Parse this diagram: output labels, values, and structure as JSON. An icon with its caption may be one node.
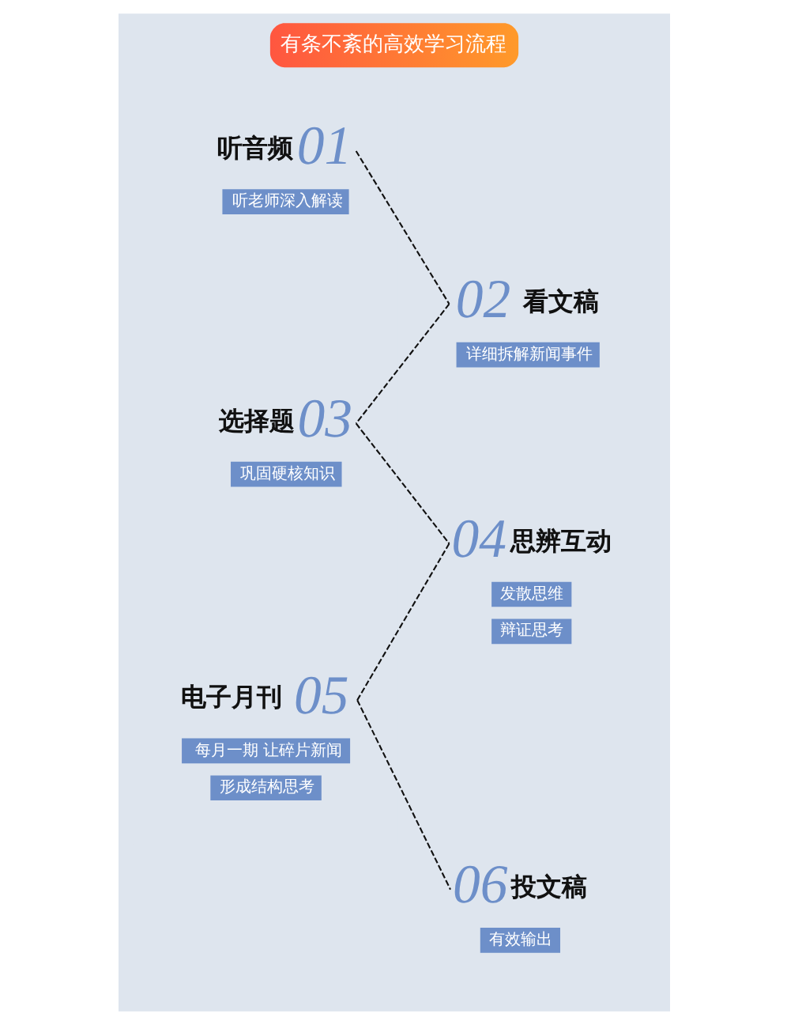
{
  "diagram": {
    "title": "有条不紊的高效学习流程",
    "nodes": [
      {
        "text": [
          "听音频",
          "01",
          "听老师深入解读"
        ]
      },
      {
        "text": [
          "02",
          "看文稿",
          "详细拆解新闻事件"
        ]
      },
      {
        "text": [
          "选择题",
          "03",
          "巩固硬核知识"
        ]
      },
      {
        "text": [
          "04",
          "思辨互动",
          "发散思维",
          "辩证思考"
        ]
      },
      {
        "text": [
          "电子月刊",
          "05",
          "每月一期 让碎片新闻",
          "形成结构思考"
        ]
      },
      {
        "text": [
          "06",
          "投文稿",
          "有效输出"
        ]
      }
    ],
    "edges": [
      {
        "from": 0,
        "to": 1,
        "arrow": "none",
        "style": "dashed"
      },
      {
        "from": 1,
        "to": 2,
        "arrow": "none",
        "style": "dashed"
      },
      {
        "from": 2,
        "to": 3,
        "arrow": "none",
        "style": "dashed"
      },
      {
        "from": 3,
        "to": 4,
        "arrow": "none",
        "style": "dashed"
      },
      {
        "from": 4,
        "to": 5,
        "arrow": "none",
        "style": "dashed"
      }
    ]
  }
}
